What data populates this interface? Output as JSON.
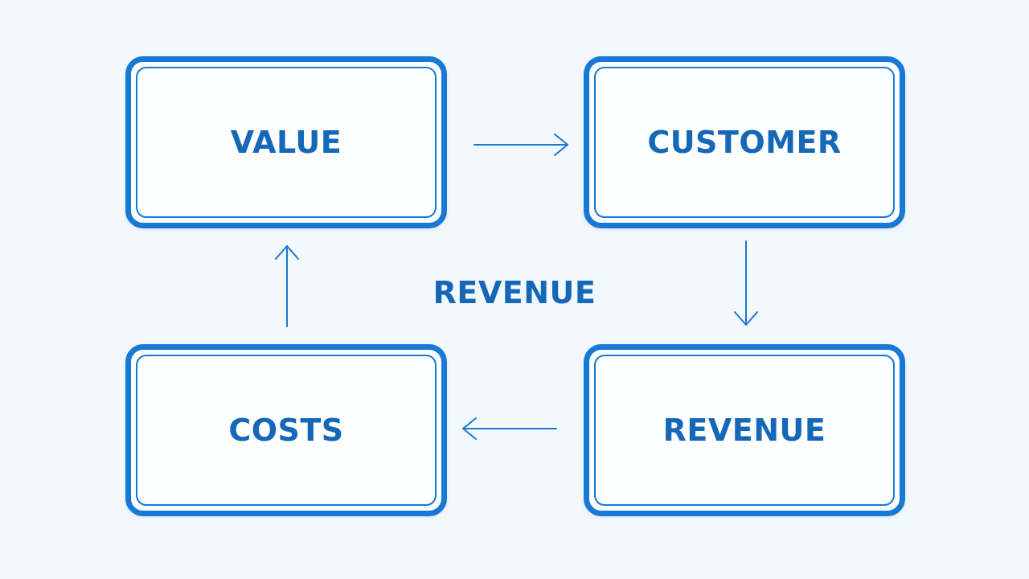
{
  "colors": {
    "background": "#F3F8FC",
    "accent": "#1778D6",
    "text": "#1568B8"
  },
  "diagram": {
    "nodes": {
      "value": {
        "label": "VALUE"
      },
      "customer": {
        "label": "CUSTOMER"
      },
      "revenue": {
        "label": "REVENUE"
      },
      "costs": {
        "label": "COSTS"
      }
    },
    "center_label": "REVENUE",
    "edges": [
      {
        "from": "VALUE",
        "to": "CUSTOMER"
      },
      {
        "from": "CUSTOMER",
        "to": "REVENUE"
      },
      {
        "from": "REVENUE",
        "to": "COSTS"
      },
      {
        "from": "COSTS",
        "to": "VALUE"
      }
    ]
  }
}
